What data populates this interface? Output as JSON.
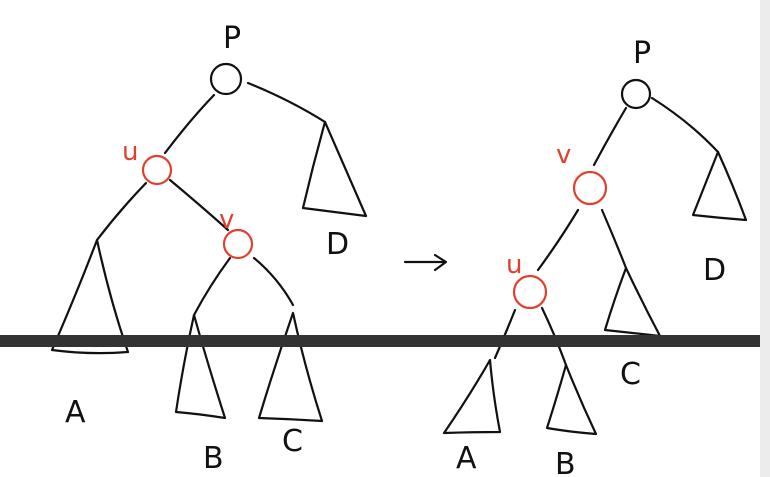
{
  "colors": {
    "ink": "#111111",
    "accent": "#e0412e",
    "divider": "#333333"
  },
  "before": {
    "root_label": "P",
    "u_label": "u",
    "v_label": "v",
    "subtrees": {
      "a": "A",
      "b": "B",
      "c": "C",
      "d": "D"
    }
  },
  "after": {
    "root_label": "P",
    "u_label": "u",
    "v_label": "v",
    "subtrees": {
      "a": "A",
      "b": "B",
      "c": "C",
      "d": "D"
    }
  },
  "arrow_text": "→"
}
